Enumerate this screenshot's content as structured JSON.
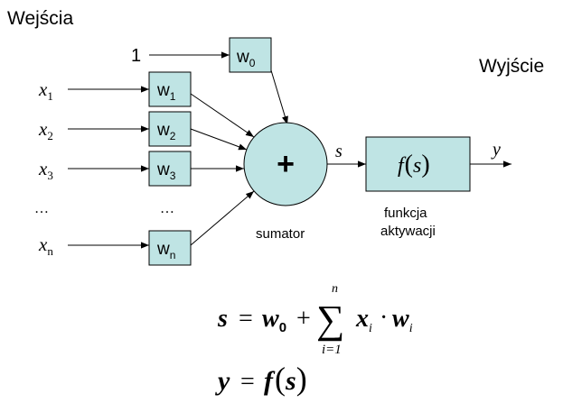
{
  "labels": {
    "inputs_title": "Wejścia",
    "output_title": "Wyjście",
    "bias_input": "1",
    "ellipsis": "…",
    "summator": "sumator",
    "activation_line1": "funkcja",
    "activation_line2": "aktywacji"
  },
  "inputs": [
    {
      "var": "x",
      "sub": "1",
      "weight": "w",
      "wsub": "1"
    },
    {
      "var": "x",
      "sub": "2",
      "weight": "w",
      "wsub": "2"
    },
    {
      "var": "x",
      "sub": "3",
      "weight": "w",
      "wsub": "3"
    },
    {
      "var": "x",
      "sub": "n",
      "weight": "w",
      "wsub": "n"
    }
  ],
  "bias_weight": {
    "weight": "w",
    "wsub": "0"
  },
  "sum_symbol": "+",
  "signal_s": "s",
  "signal_y": "y",
  "activation_box": {
    "f": "f",
    "arg": "s"
  },
  "formula1": {
    "lhs": "s",
    "eq": "=",
    "w0": "w",
    "w0sub": "0",
    "plus": "+",
    "sum_top": "n",
    "sum_sign": "∑",
    "sum_bottom": "i=1",
    "x": "x",
    "xsub": "i",
    "dot": "·",
    "w": "w",
    "wsub": "i"
  },
  "formula2": {
    "lhs": "y",
    "eq": "=",
    "f": "f",
    "arg": "s"
  },
  "colors": {
    "box_fill": "#bfe4e4",
    "circle_fill": "#bfe4e4",
    "stroke": "#000000"
  }
}
